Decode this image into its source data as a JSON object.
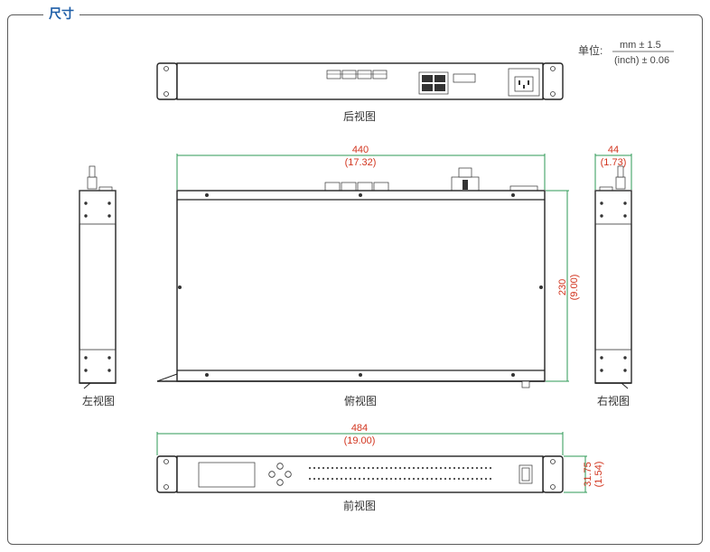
{
  "section_title": "尺寸",
  "unit_label": "单位:",
  "unit_mm": "mm ± 1.5",
  "unit_inch": "(inch) ± 0.06",
  "views": {
    "rear": "后视图",
    "top": "俯视图",
    "left": "左视图",
    "right": "右视图",
    "front": "前视图"
  },
  "dimensions": {
    "depth_top_mm": "440",
    "depth_top_in": "(17.32)",
    "width_mm": "230",
    "width_in": "(9.00)",
    "side_mm": "44",
    "side_in": "(1.73)",
    "front_mm": "484",
    "front_in": "(19.00)",
    "height_mm": "31.75",
    "height_in": "(1.54)"
  },
  "colors": {
    "title": "#1f5fa8",
    "dimension_text": "#d2351f",
    "dimension_line": "#2e9a55"
  }
}
